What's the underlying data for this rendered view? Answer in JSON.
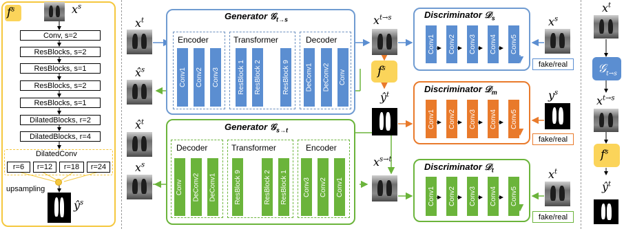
{
  "left_panel": {
    "tag": "f",
    "tag_sup": "s",
    "input_label": "x",
    "input_sup": "s",
    "layers": [
      "Conv, s=2",
      "ResBlocks, s=2",
      "ResBlocks, s=1",
      "ResBlocks, s=2",
      "ResBlocks, s=1",
      "DilatedBlocks, r=2",
      "DilatedBlocks, r=4"
    ],
    "dilated_title": "DilatedConv",
    "rates": [
      "r=6",
      "r=12",
      "r=18",
      "r=24"
    ],
    "upsampling": "upsampling",
    "output_label": "ŷ",
    "output_sup": "s"
  },
  "gen_ts": {
    "title": "Generator 𝒢",
    "title_sub": "t→s",
    "encoder": "Encoder",
    "transformer": "Transformer",
    "decoder": "Decoder",
    "enc_blocks": [
      "Conv1",
      "Conv2",
      "Conv3"
    ],
    "res_blocks": [
      "ResBlock 1",
      "ResBlock 2",
      "ResBlock 9"
    ],
    "dec_blocks": [
      "DeConv1",
      "DeConv2",
      "Conv"
    ]
  },
  "gen_st": {
    "title": "Generator 𝒢",
    "title_sub": "s→t",
    "decoder": "Decoder",
    "transformer": "Transformer",
    "encoder": "Encoder",
    "dec_blocks": [
      "Conv",
      "DeConv2",
      "DeConv1"
    ],
    "res_blocks": [
      "ResBlock 9",
      "ResBlock 2",
      "ResBlock 1"
    ],
    "enc_blocks": [
      "Conv3",
      "Conv2",
      "Conv1"
    ]
  },
  "disc_s": {
    "title": "Discriminator 𝒟",
    "title_sub": "s",
    "blocks": [
      "Conv1",
      "Conv2",
      "Conv3",
      "Conv4",
      "Conv5"
    ],
    "out": "fake/real"
  },
  "disc_m": {
    "title": "Discriminator 𝒟",
    "title_sub": "m",
    "blocks": [
      "Conv1",
      "Conv2",
      "Conv3",
      "Conv4",
      "Conv5"
    ],
    "out": "fake/real"
  },
  "disc_t": {
    "title": "Discriminator 𝒟",
    "title_sub": "t",
    "blocks": [
      "Conv1",
      "Conv2",
      "Conv3",
      "Conv4",
      "Conv5"
    ],
    "out": "fake/real"
  },
  "labels": {
    "xt": "x",
    "xt_sup": "t",
    "xs_hat": "x̂",
    "xs_hat_sup": "s",
    "xt_hat": "x̂",
    "xt_hat_sup": "t",
    "xs": "x",
    "xs_sup": "s",
    "xts": "x",
    "xts_sup": "t→s",
    "xst": "x",
    "xst_sup": "s→t",
    "fs": "f",
    "fs_sup": "s",
    "yt_hat": "ŷ",
    "yt_hat_sup": "t",
    "ys": "y",
    "ys_sup": "s",
    "xs_right": "x",
    "xs_right_sup": "s",
    "xt_right": "x",
    "xt_right_sup": "t"
  },
  "right_panel": {
    "xt": "x",
    "xt_sup": "t",
    "gen": "𝒢",
    "gen_sub": "t→s",
    "xts": "x",
    "xts_sup": "t→s",
    "fs": "f",
    "fs_sup": "s",
    "yt": "ŷ",
    "yt_sup": "t"
  },
  "colors": {
    "blue": "#5b8ed1",
    "blue_border": "#6f9bd1",
    "orange": "#e97a2b",
    "green": "#6bb43b",
    "yellow": "#f5c73d",
    "yellow_fill": "#fbd45a"
  }
}
